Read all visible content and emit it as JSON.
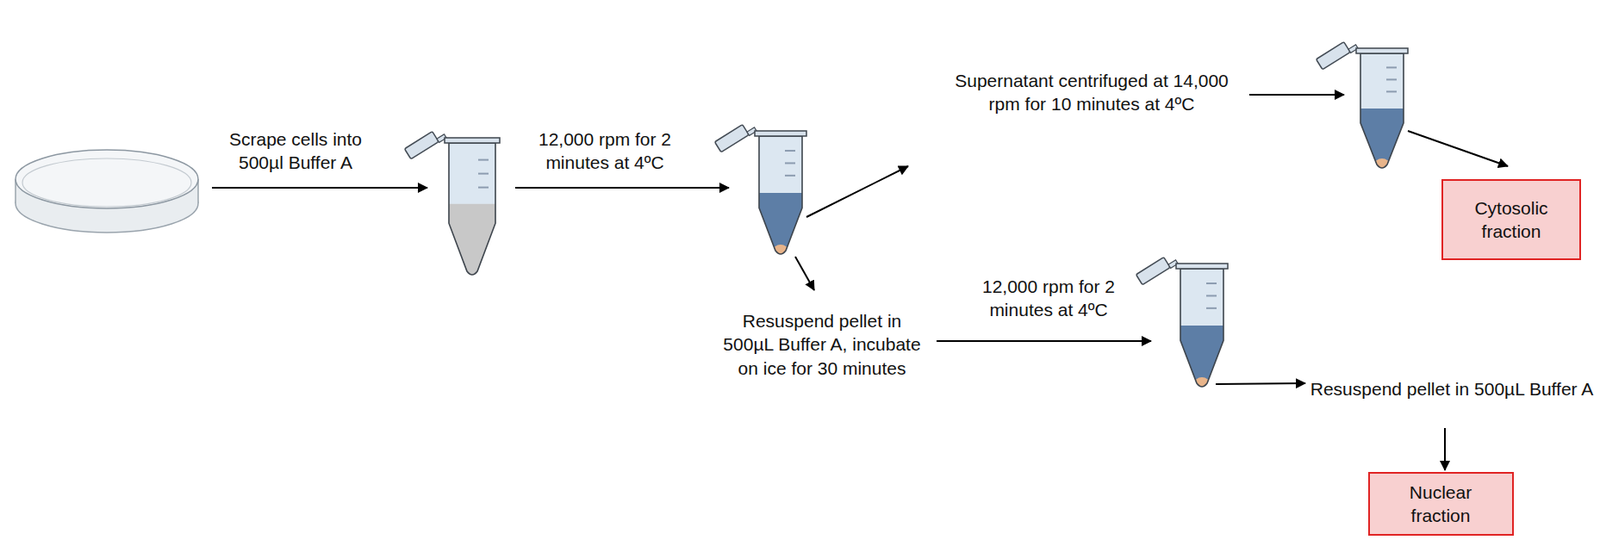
{
  "diagram": {
    "nodes": [
      {
        "text": [
          "Cytosolic fraction"
        ]
      },
      {
        "text": [
          "Nuclear fraction"
        ]
      }
    ],
    "labels": [
      "Scrape cells into 500µl Buffer A",
      "12,000 rpm for 2 minutes at 4ºC",
      "Supernatant centrifuged at 14,000 rpm for 10 minutes at 4ºC",
      "Resuspend pellet in 500µL Buffer A, incubate on ice for 30 minutes",
      "12,000 rpm for 2 minutes at 4ºC",
      "Resuspend pellet in 500µL Buffer A"
    ]
  }
}
